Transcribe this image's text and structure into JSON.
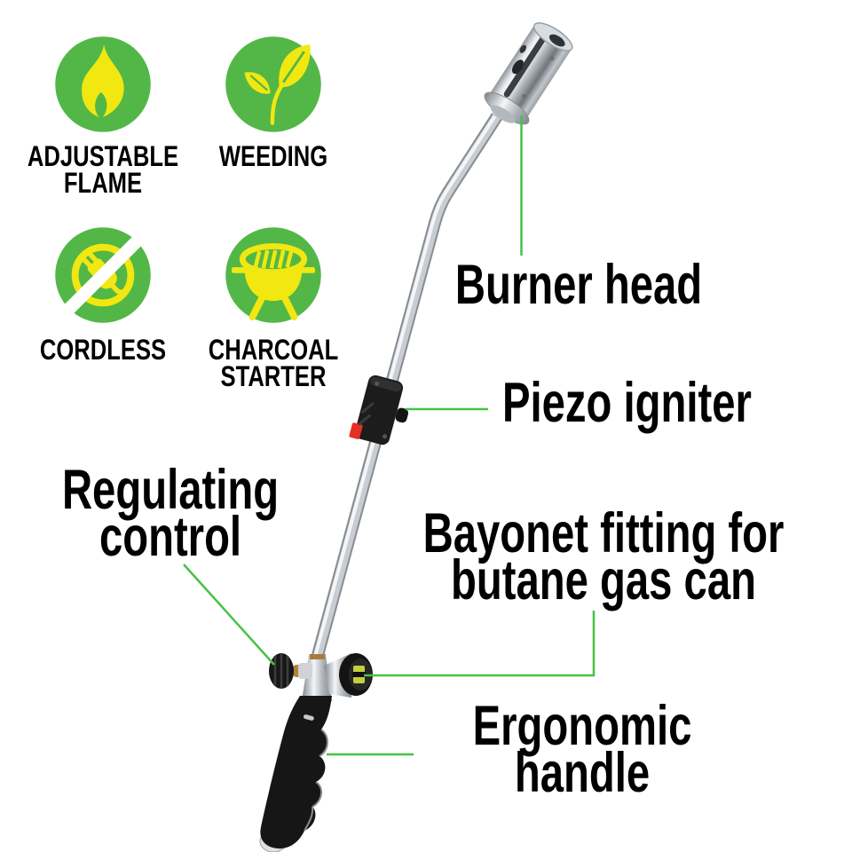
{
  "title": "Weed burner torch feature infographic",
  "colors": {
    "badge_green": "#53b747",
    "icon_yellow": "#f1e711",
    "callout_line_green": "#46c246",
    "text_black": "#000000",
    "igniter_button_red": "#e63023"
  },
  "features": [
    {
      "icon": "flame-icon",
      "lines": [
        "ADJUSTABLE",
        "FLAME"
      ]
    },
    {
      "icon": "sprout-icon",
      "lines": [
        "WEEDING"
      ]
    },
    {
      "icon": "no-plug-icon",
      "lines": [
        "CORDLESS"
      ]
    },
    {
      "icon": "grill-icon",
      "lines": [
        "CHARCOAL",
        "STARTER"
      ]
    }
  ],
  "callouts": {
    "burner_head": {
      "lines": [
        "Burner head"
      ]
    },
    "piezo_igniter": {
      "lines": [
        "Piezo igniter"
      ]
    },
    "regulating_control": {
      "lines": [
        "Regulating",
        "control"
      ]
    },
    "bayonet_fitting": {
      "lines": [
        "Bayonet fitting for",
        "butane gas can"
      ]
    },
    "ergonomic_handle": {
      "lines": [
        "Ergonomic",
        "handle"
      ]
    }
  }
}
